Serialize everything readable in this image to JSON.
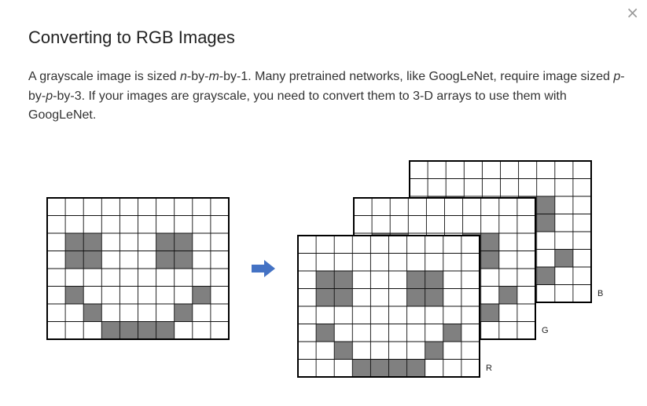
{
  "dialog": {
    "close_glyph": "×",
    "title": "Converting to RGB Images",
    "desc": {
      "t1": "A grayscale image is sized ",
      "n": "n",
      "t2": "-by-",
      "m": "m",
      "t3": "-by-1. Many pretrained networks, like GoogLeNet, require image sized ",
      "p1": "p",
      "t4": "-by-",
      "p2": "p",
      "t5": "-by-3. If your images are grayscale, you need to convert them to 3-D arrays to use them with GoogLeNet."
    }
  },
  "figure": {
    "cell_fill": "#808080",
    "arrow_color": "#4472c4",
    "channel_labels": [
      "B",
      "G",
      "R"
    ],
    "smiley_cells": [
      [
        1,
        2
      ],
      [
        2,
        2
      ],
      [
        1,
        3
      ],
      [
        2,
        3
      ],
      [
        6,
        2
      ],
      [
        7,
        2
      ],
      [
        6,
        3
      ],
      [
        7,
        3
      ],
      [
        1,
        5
      ],
      [
        8,
        5
      ],
      [
        2,
        6
      ],
      [
        7,
        6
      ],
      [
        3,
        7
      ],
      [
        4,
        7
      ],
      [
        5,
        7
      ],
      [
        6,
        7
      ]
    ]
  }
}
